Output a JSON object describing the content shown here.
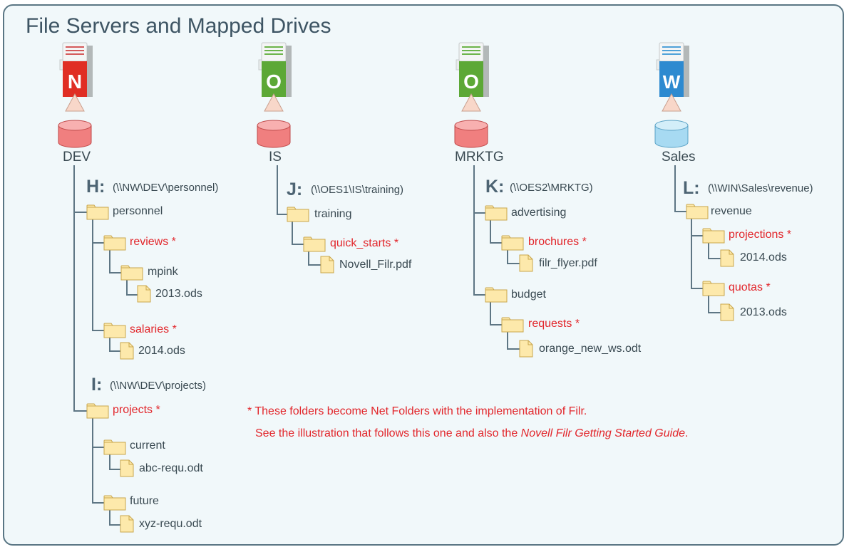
{
  "title": "File Servers and Mapped Drives",
  "colors": {
    "accent_red": "#e2262b",
    "line": "#5e7684",
    "folder": "#fde9ab",
    "folder_stroke": "#c9a64c"
  },
  "servers": [
    {
      "label": "DEV",
      "os_letter": "N",
      "os_icon": "server-icon",
      "volume_icon": "red-volume-icon"
    },
    {
      "label": "IS",
      "os_letter": "O",
      "os_icon": "server-icon",
      "volume_icon": "red-volume-icon"
    },
    {
      "label": "MRKTG",
      "os_letter": "O",
      "os_icon": "server-icon",
      "volume_icon": "red-volume-icon"
    },
    {
      "label": "Sales",
      "os_letter": "W",
      "os_icon": "server-icon",
      "volume_icon": "blue-volume-icon"
    }
  ],
  "drives": [
    {
      "letter": "H:",
      "path": "(\\\\NW\\DEV\\personnel)"
    },
    {
      "letter": "I:",
      "path": "(\\\\NW\\DEV\\projects)"
    },
    {
      "letter": "J:",
      "path": "(\\\\OES1\\IS\\training)"
    },
    {
      "letter": "K:",
      "path": "(\\\\OES2\\MRKTG)"
    },
    {
      "letter": "L:",
      "path": "(\\\\WIN\\Sales\\revenue)"
    }
  ],
  "tree_labels": {
    "personnel": "personnel",
    "reviews": "reviews *",
    "mpink": "mpink",
    "f2013_dev": "2013.ods",
    "salaries": "salaries *",
    "f2014_dev": "2014.ods",
    "projects": "projects *",
    "current": "current",
    "abc": "abc-requ.odt",
    "future": "future",
    "xyz": "xyz-requ.odt",
    "training": "training",
    "quick_starts": "quick_starts *",
    "novell_pdf": "Novell_Filr.pdf",
    "advertising": "advertising",
    "brochures": "brochures *",
    "flyer_pdf": "filr_flyer.pdf",
    "budget": "budget",
    "requests": "requests *",
    "orange": "orange_new_ws.odt",
    "revenue": "revenue",
    "projections": "projections *",
    "f2014_sales": "2014.ods",
    "quotas": "quotas *",
    "f2013_sales": "2013.ods"
  },
  "note": {
    "line1": "* These folders become Net Folders with the implementation of Filr.",
    "line2_prefix": "See the illustration that follows this one and also the ",
    "line2_italic": "Novell Filr Getting Started Guide",
    "line2_suffix": "."
  }
}
